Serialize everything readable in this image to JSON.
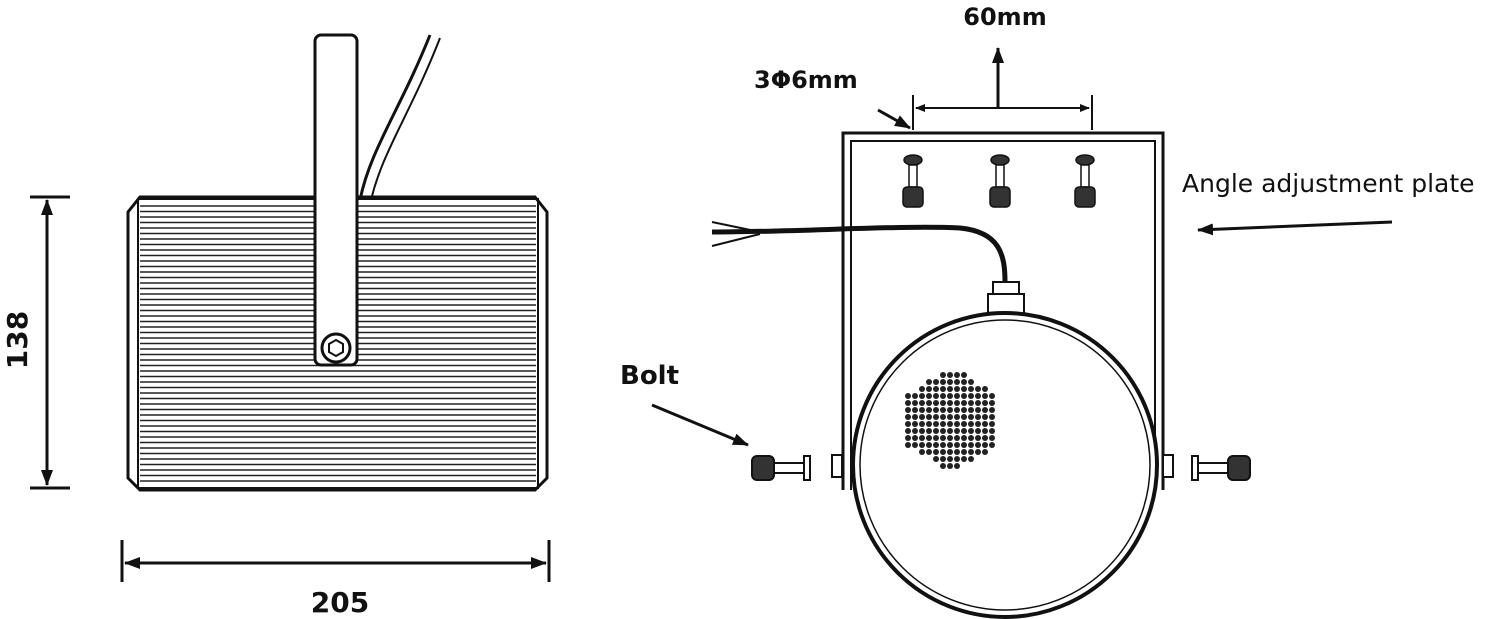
{
  "side_view": {
    "height_label": "138",
    "width_label": "205"
  },
  "front_view": {
    "hole_spacing_label": "60mm",
    "hole_spec_label": "3Φ6mm",
    "plate_label": "Angle adjustment plate",
    "bolt_label": "Bolt"
  }
}
